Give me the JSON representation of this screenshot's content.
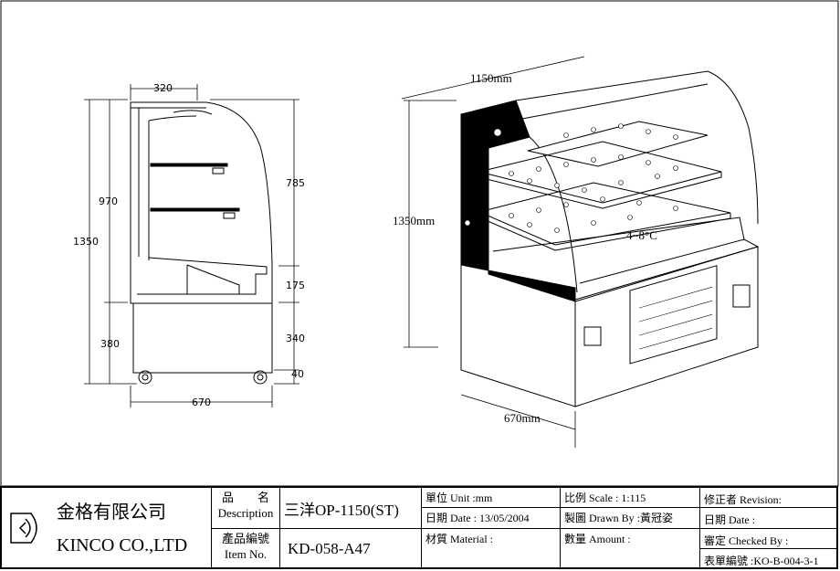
{
  "side_view": {
    "dims": {
      "top_depth": "320",
      "total_height": "1350",
      "upper_height": "970",
      "lower_height": "380",
      "glass_height": "785",
      "deck_height": "175",
      "cabinet_height": "340",
      "wheel_height": "40",
      "bottom_depth": "670"
    }
  },
  "perspective_view": {
    "width_label": "1150mm",
    "height_label": "1350mm",
    "depth_label": "670mm",
    "temperature": "4~8°C"
  },
  "title_block": {
    "company_cn": "金格有限公司",
    "company_en": "KINCO CO.,LTD",
    "description_label_cn": "品　　名",
    "description_label_en": "Description",
    "description_value": "三洋OP-1150(ST)",
    "item_label_cn": "產品編號",
    "item_label_en": "Item No.",
    "item_value": "KD-058-A47",
    "unit": "單位 Unit :mm",
    "scale": "比例 Scale : 1:115",
    "revision": "修正者 Revision:",
    "date": "日期 Date : 13/05/2004",
    "drawn_by": "製圖 Drawn By :黃冠姿",
    "revision_date": "日期 Date :",
    "material": "材質 Material :",
    "amount": "數量 Amount :",
    "checked_by": "審定 Checked By :",
    "form_no": "表單編號 :KO-B-004-3-1"
  }
}
